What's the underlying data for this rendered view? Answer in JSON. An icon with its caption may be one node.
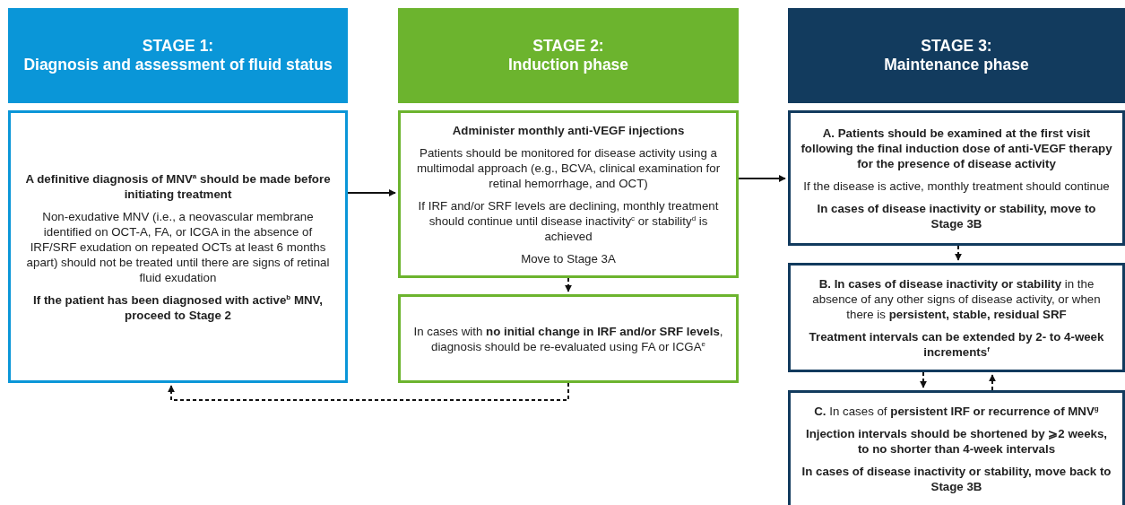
{
  "diagram": {
    "nodes": [
      {
        "text": [
          "STAGE 1:",
          "Diagnosis and assessment of fluid status"
        ]
      },
      {
        "text": [
          "STAGE 2:",
          "Induction phase"
        ]
      },
      {
        "text": [
          "STAGE 3:",
          "Maintenance phase"
        ]
      },
      {
        "text": [
          "A definitive diagnosis of MNV$^{a}$ should be made before initiating treatment",
          "Non-exudative MNV (i.e., a neovascular membrane identified on OCT-A, FA, or ICGA in the absence of IRF/SRF exudation on repeated OCTs at least 6 months apart) should not be treated until there are signs of retinal fluid exudation",
          "If the patient has been diagnosed with active$^{b}$ MNV, proceed to Stage 2"
        ]
      },
      {
        "text": [
          "Administer monthly anti-VEGF injections",
          "Patients should be monitored for disease activity using a multimodal approach (e.g., BCVA, clinical examination for retinal hemorrhage, and OCT)",
          "If IRF and/or SRF levels are declining, monthly treatment should continue until disease inactivity$^{c}$ or stability$^{d}$ is achieved",
          "Move to Stage 3A"
        ]
      },
      {
        "text": [
          "In cases with **no initial change in IRF and/or SRF levels**, diagnosis should be re-evaluated using FA or ICGA$^{e}$"
        ]
      },
      {
        "text": [
          "A. Patients should be examined at the first visit following the final induction dose of anti-VEGF therapy for the presence of disease activity",
          "If the disease is active, monthly treatment should continue",
          "In cases of disease inactivity or stability, move to Stage 3B"
        ]
      },
      {
        "text": [
          "**B. In cases of disease inactivity or stability** in the absence of any other signs of disease activity, or when there is **persistent, stable, residual SRF**",
          "Treatment intervals can be extended by 2- to 4-week increments$^{f}$"
        ]
      },
      {
        "text": [
          "**C.** In cases of **persistent IRF or recurrence of MNV$^{g}$**",
          "Injection intervals should be shortened by ⩾2 weeks, to no shorter than 4-week intervals",
          "In cases of disease inactivity or stability, move back to Stage 3B"
        ]
      }
    ],
    "edges": [
      {
        "from": 3,
        "to": 4,
        "arrow": "to"
      },
      {
        "from": 4,
        "to": 6,
        "arrow": "to"
      },
      {
        "from": 4,
        "to": 5,
        "arrow": "to",
        "style": "dashed"
      },
      {
        "from": 5,
        "to": 3,
        "arrow": "to",
        "style": "dashed"
      },
      {
        "from": 6,
        "to": 7,
        "arrow": "to",
        "style": "dashed"
      },
      {
        "from": 7,
        "to": 8,
        "arrow": "to",
        "style": "dashed"
      },
      {
        "from": 8,
        "to": 7,
        "arrow": "to",
        "style": "dashed"
      }
    ]
  }
}
